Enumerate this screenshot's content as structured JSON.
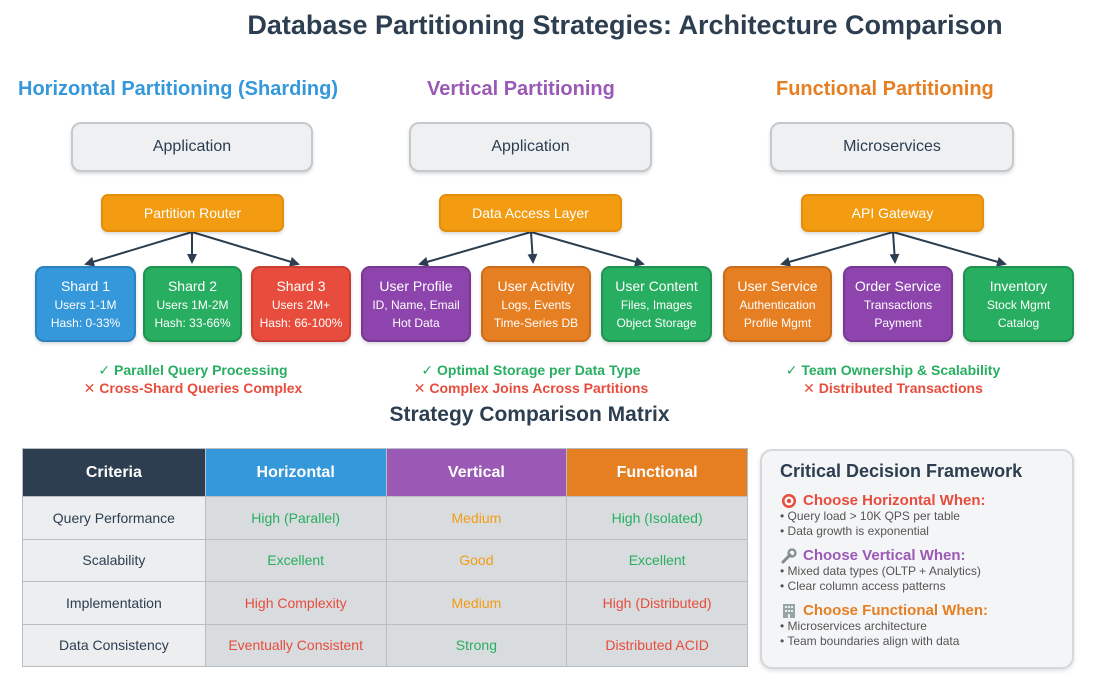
{
  "title": "Database Partitioning Strategies: Architecture Comparison",
  "colors": {
    "horizontal": "#3498db",
    "vertical": "#9b59b6",
    "functional": "#e67e22",
    "pro": "#27ae60",
    "con": "#e74c3c"
  },
  "horizontal": {
    "title": "Horizontal Partitioning (Sharding)",
    "top": "Application",
    "middle": "Partition Router",
    "nodes": [
      {
        "title": "Shard 1",
        "line1": "Users 1-1M",
        "line2": "Hash: 0-33%"
      },
      {
        "title": "Shard 2",
        "line1": "Users 1M-2M",
        "line2": "Hash: 33-66%"
      },
      {
        "title": "Shard 3",
        "line1": "Users 2M+",
        "line2": "Hash: 66-100%"
      }
    ],
    "pro": "✓ Parallel Query Processing",
    "con": "✕ Cross-Shard Queries Complex"
  },
  "vertical": {
    "title": "Vertical Partitioning",
    "top": "Application",
    "middle": "Data Access Layer",
    "nodes": [
      {
        "title": "User Profile",
        "line1": "ID, Name, Email",
        "line2": "Hot Data"
      },
      {
        "title": "User Activity",
        "line1": "Logs, Events",
        "line2": "Time-Series DB"
      },
      {
        "title": "User Content",
        "line1": "Files, Images",
        "line2": "Object Storage"
      }
    ],
    "pro": "✓ Optimal Storage per Data Type",
    "con": "✕ Complex Joins Across Partitions"
  },
  "functional": {
    "title": "Functional Partitioning",
    "top": "Microservices",
    "middle": "API Gateway",
    "nodes": [
      {
        "title": "User Service",
        "line1": "Authentication",
        "line2": "Profile Mgmt"
      },
      {
        "title": "Order Service",
        "line1": "Transactions",
        "line2": "Payment"
      },
      {
        "title": "Inventory",
        "line1": "Stock Mgmt",
        "line2": "Catalog"
      }
    ],
    "pro": "✓ Team Ownership & Scalability",
    "con": "✕ Distributed Transactions"
  },
  "matrix": {
    "title": "Strategy Comparison Matrix",
    "headers": [
      "Criteria",
      "Horizontal",
      "Vertical",
      "Functional"
    ],
    "rows": [
      {
        "criteria": "Query Performance",
        "horizontal": "High (Parallel)",
        "vertical": "Medium",
        "functional": "High (Isolated)"
      },
      {
        "criteria": "Scalability",
        "horizontal": "Excellent",
        "vertical": "Good",
        "functional": "Excellent"
      },
      {
        "criteria": "Implementation",
        "horizontal": "High Complexity",
        "vertical": "Medium",
        "functional": "High (Distributed)"
      },
      {
        "criteria": "Data Consistency",
        "horizontal": "Eventually Consistent",
        "vertical": "Strong",
        "functional": "Distributed ACID"
      }
    ]
  },
  "framework": {
    "title": "Critical Decision Framework",
    "groups": [
      {
        "icon": "target-icon",
        "heading": "Choose Horizontal When:",
        "items": [
          "• Query load > 10K QPS per table",
          "• Data growth is exponential"
        ]
      },
      {
        "icon": "wrench-icon",
        "heading": "Choose Vertical When:",
        "items": [
          "• Mixed data types (OLTP + Analytics)",
          "• Clear column access patterns"
        ]
      },
      {
        "icon": "building-icon",
        "heading": "Choose Functional When:",
        "items": [
          "• Microservices architecture",
          "• Team boundaries align with data"
        ]
      }
    ]
  }
}
